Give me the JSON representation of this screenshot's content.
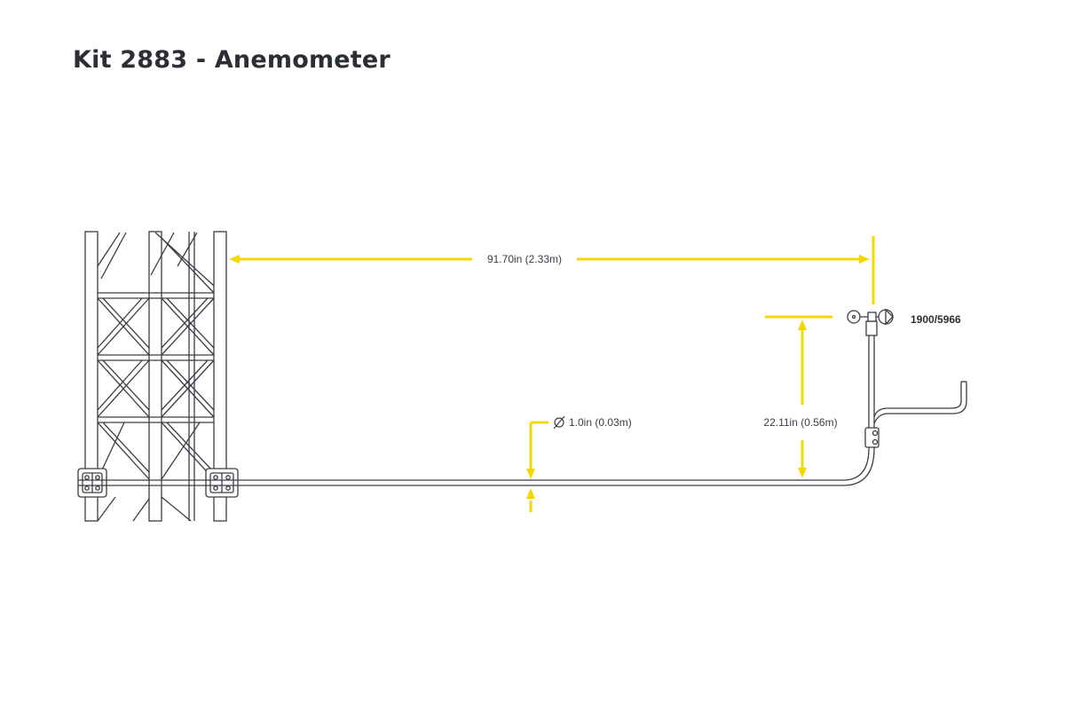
{
  "title": "Kit 2883 - Anemometer",
  "dimensions": {
    "horizontal": "91.70in (2.33m)",
    "vertical": "22.11in (0.56m)",
    "diameter": "1.0in (0.03m)"
  },
  "part_number": "1900/5966",
  "colors": {
    "dimension": "#f6d800",
    "line": "#3a3d44",
    "title": "#2b2e35"
  },
  "icons": {
    "diameter_symbol": "diameter-icon"
  }
}
